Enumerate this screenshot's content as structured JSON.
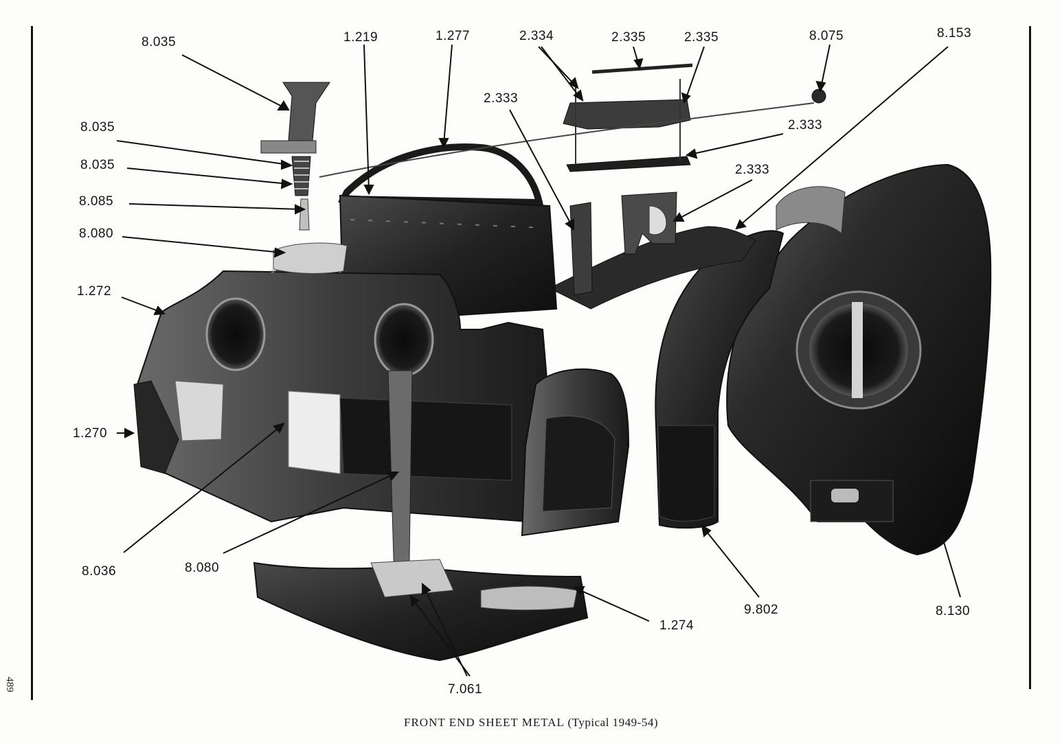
{
  "caption": {
    "title": "FRONT END SHEET METAL",
    "subtitle": "(Typical 1949-54)"
  },
  "page_number": "489",
  "callouts": [
    {
      "id": "c1",
      "label": "8.035"
    },
    {
      "id": "c2",
      "label": "1.219"
    },
    {
      "id": "c3",
      "label": "1.277"
    },
    {
      "id": "c4",
      "label": "2.334"
    },
    {
      "id": "c5",
      "label": "2.335"
    },
    {
      "id": "c6",
      "label": "2.335"
    },
    {
      "id": "c7",
      "label": "8.075"
    },
    {
      "id": "c8",
      "label": "8.153"
    },
    {
      "id": "c9",
      "label": "2.333"
    },
    {
      "id": "c10",
      "label": "8.035"
    },
    {
      "id": "c11",
      "label": "2.333"
    },
    {
      "id": "c12",
      "label": "8.035"
    },
    {
      "id": "c13",
      "label": "2.333"
    },
    {
      "id": "c14",
      "label": "8.085"
    },
    {
      "id": "c15",
      "label": "8.080"
    },
    {
      "id": "c16",
      "label": "1.272"
    },
    {
      "id": "c17",
      "label": "1.270"
    },
    {
      "id": "c18",
      "label": "8.036"
    },
    {
      "id": "c19",
      "label": "8.080"
    },
    {
      "id": "c20",
      "label": "9.802"
    },
    {
      "id": "c21",
      "label": "8.130"
    },
    {
      "id": "c22",
      "label": "1.274"
    },
    {
      "id": "c23",
      "label": "7.061"
    }
  ]
}
